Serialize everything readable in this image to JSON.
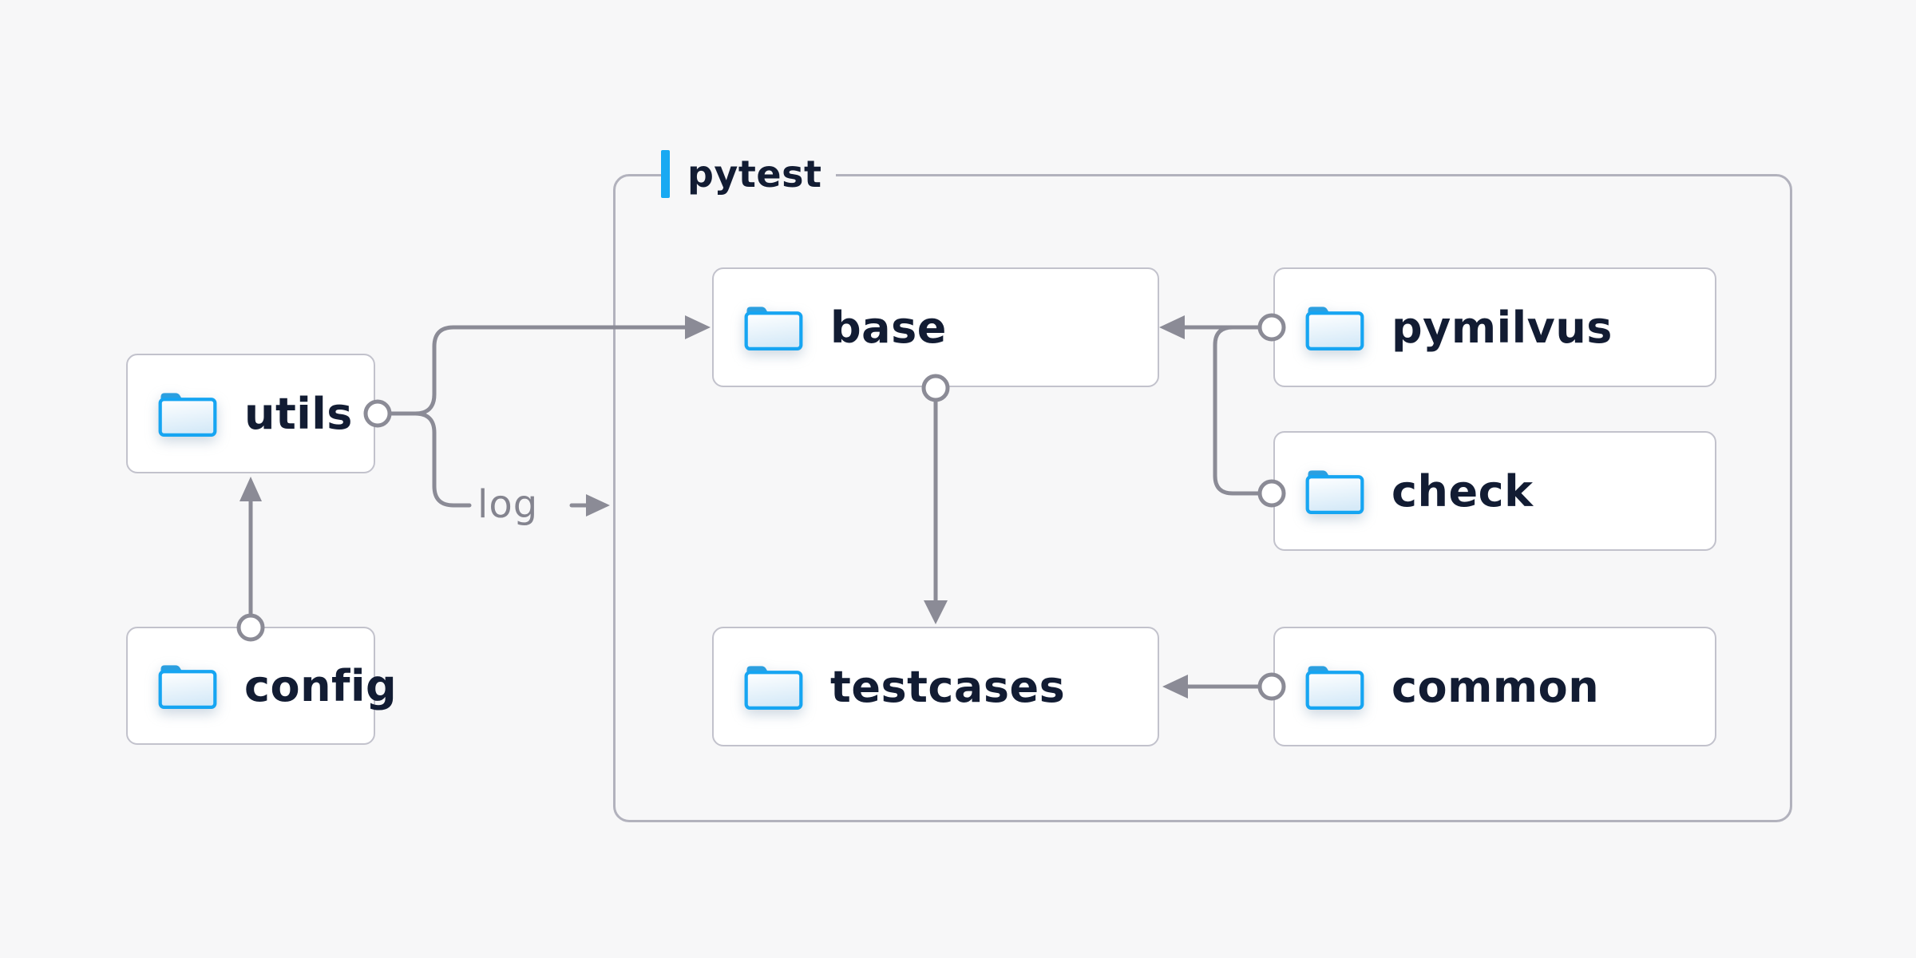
{
  "colors": {
    "background": "#f7f7f8",
    "node_background": "#ffffff",
    "node_border": "#c2c2cc",
    "container_border": "#b2b2bd",
    "connector_gray": "#8b8b96",
    "text_navy": "#121c33",
    "accent_blue": "#19a9f2",
    "folder_outline_blue": "#16a5f2",
    "folder_tab_blue": "#2b9fe0",
    "folder_fill_light": "#d6eaf8",
    "edge_label_gray": "#84848f"
  },
  "container": {
    "label": "pytest"
  },
  "nodes": [
    {
      "id": "utils",
      "label": "utils",
      "icon": "folder-icon"
    },
    {
      "id": "config",
      "label": "config",
      "icon": "folder-icon"
    },
    {
      "id": "base",
      "label": "base",
      "icon": "folder-icon"
    },
    {
      "id": "pymilvus",
      "label": "pymilvus",
      "icon": "folder-icon"
    },
    {
      "id": "check",
      "label": "check",
      "icon": "folder-icon"
    },
    {
      "id": "testcases",
      "label": "testcases",
      "icon": "folder-icon"
    },
    {
      "id": "common",
      "label": "common",
      "icon": "folder-icon"
    }
  ],
  "edges": [
    {
      "from": "config",
      "to": "utils",
      "label": ""
    },
    {
      "from": "utils",
      "to": "base",
      "label": ""
    },
    {
      "from": "utils",
      "to": "pytest-container",
      "label": "log"
    },
    {
      "from": "pymilvus",
      "to": "base",
      "label": ""
    },
    {
      "from": "check",
      "to": "base",
      "label": ""
    },
    {
      "from": "base",
      "to": "testcases",
      "label": ""
    },
    {
      "from": "common",
      "to": "testcases",
      "label": ""
    }
  ]
}
